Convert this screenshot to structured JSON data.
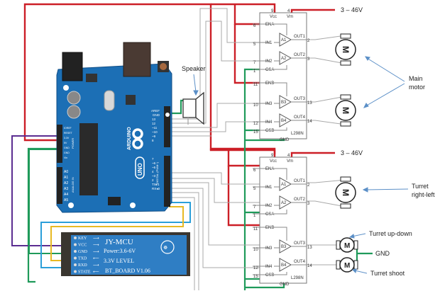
{
  "title": "Arduino tank turret wiring diagram",
  "colors": {
    "power_wire": "#cc1f27",
    "ground_wire": "#1f9a5a",
    "signal_wire": "#a9a9a9",
    "bt_vcc_wire": "#5b2d91",
    "bt_tx_wire": "#2b9fd9",
    "bt_rx_wire": "#e8b923",
    "arrow": "#5b8fc7",
    "arduino_board": "#1c6fb5",
    "bt_board": "#2f7ec4"
  },
  "supply": {
    "top_label": "3 – 46V",
    "bottom_label": "3 – 46V"
  },
  "driver_top": {
    "name": "L298N",
    "vcc_pin": "9",
    "vcc_label": "Vcc",
    "vm_pin": "4",
    "vm_label": "Vm",
    "ena_pin": "6",
    "ena_label": "ENA",
    "in1_pin": "5",
    "in1_label": "IN1",
    "in2_pin": "7",
    "in2_label": "IN2",
    "csa_pin": "1",
    "csa_label": "CSA",
    "enb_pin": "11",
    "enb_label": "ENB",
    "in3_pin": "10",
    "in3_label": "IN3",
    "in4_pin": "12",
    "in4_label": "IN4",
    "csb_pin": "15",
    "csb_label": "CSB",
    "out1_pin": "2",
    "out1_label": "OUT1",
    "out2_pin": "3",
    "out2_label": "OUT2",
    "out3_pin": "13",
    "out3_label": "OUT3",
    "out4_pin": "14",
    "out4_label": "OUT4",
    "gnd_label": "GND",
    "amp_a1": "A1",
    "amp_a2": "A2",
    "amp_b3": "B3",
    "amp_b4": "B4"
  },
  "driver_bottom": {
    "name": "L298N",
    "vcc_pin": "9",
    "vcc_label": "Vcc",
    "vm_pin": "4",
    "vm_label": "Vm",
    "ena_pin": "6",
    "ena_label": "ENA",
    "in1_pin": "5",
    "in1_label": "IN1",
    "in2_pin": "7",
    "in2_label": "IN2",
    "csa_pin": "1",
    "csa_label": "CSA",
    "enb_pin": "11",
    "enb_label": "ENB",
    "in3_pin": "10",
    "in3_label": "IN3",
    "in4_pin": "12",
    "in4_label": "IN4",
    "csb_pin": "15",
    "csb_label": "CSB",
    "out1_pin": "2",
    "out1_label": "OUT1",
    "out2_pin": "3",
    "out2_label": "OUT2",
    "out3_pin": "13",
    "out3_label": "OUT3",
    "out4_pin": "14",
    "out4_label": "OUT4",
    "gnd_label": "GND",
    "amp_a1": "A1",
    "amp_a2": "A2",
    "amp_b3": "B3",
    "amp_b4": "B4"
  },
  "motor_symbol": "M",
  "annotations": {
    "speaker": "Speaker",
    "main_motor_line1": "Main",
    "main_motor_line2": "motor",
    "turret_rl_line1": "Turret",
    "turret_rl_line2": "right-left",
    "turret_updown": "Turret up-down",
    "gnd": "GND",
    "turret_shoot": "Turret shoot"
  },
  "arduino": {
    "brand": "ARDUINO",
    "model": "UNO",
    "digital_header_label": "DIGITAL (PWM~)",
    "power_header_label": "POWER",
    "analog_header_label": "ANALOG IN",
    "aref": "AREF",
    "gnd": "GND",
    "digital_pins": [
      "13",
      "12",
      "~11",
      "~10",
      "~9",
      "8",
      "7",
      "~6",
      "~5",
      "4",
      "~3",
      "2",
      "TX▸1",
      "RX◂0"
    ],
    "power_pins": [
      "IOREF",
      "RESET",
      "3.3V",
      "5V",
      "GND",
      "GND",
      "Vin"
    ],
    "analog_pins": [
      "A0",
      "A1",
      "A2",
      "A3",
      "A4",
      "A5"
    ]
  },
  "bluetooth": {
    "title": "JY-MCU",
    "power": "Power:3.6-6V",
    "level": "3.3V LEVEL",
    "board": "BT_BOARD V1.06",
    "pins": [
      "KEY",
      "VCC",
      "GND",
      "TXD",
      "RXD",
      "STATE"
    ]
  }
}
